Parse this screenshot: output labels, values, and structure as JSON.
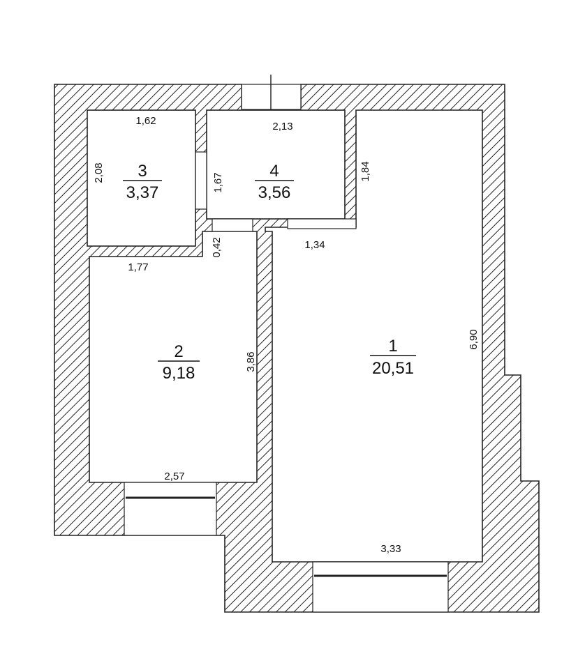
{
  "rooms": {
    "r1": {
      "number": "1",
      "area": "20,51"
    },
    "r2": {
      "number": "2",
      "area": "9,18"
    },
    "r3": {
      "number": "3",
      "area": "3,37"
    },
    "r4": {
      "number": "4",
      "area": "3,56"
    }
  },
  "dims": {
    "r3_top": "1,62",
    "r3_left": "2,08",
    "r4_top": "2,13",
    "r4_left": "1,67",
    "r1_top_corner": "1,84",
    "passage": "0,42",
    "r2_top": "1,77",
    "corridor_bottom": "1,34",
    "r2_right": "3,86",
    "r2_bottom": "2,57",
    "r1_right": "6,90",
    "r1_bottom": "3,33"
  }
}
